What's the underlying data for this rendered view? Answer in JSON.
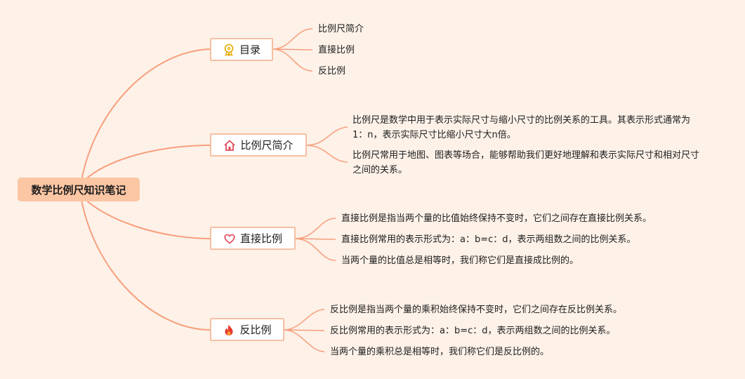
{
  "root": {
    "title": "数学比例尺知识笔记"
  },
  "colors": {
    "line": "#f79f7c",
    "root_fill": "#fbc6a4",
    "branch_border": "#f6c0a4",
    "background": "#fdf1e8"
  },
  "branches": [
    {
      "label": "目录",
      "icon": "ribbon-medal-icon",
      "children": [
        "比例尺简介",
        "直接比例",
        "反比例"
      ]
    },
    {
      "label": "比例尺简介",
      "icon": "home-icon",
      "children": [
        "比例尺是数学中用于表示实际尺寸与缩小尺寸的比例关系的工具。其表示形式通常为1：n，表示实际尺寸比缩小尺寸大n倍。",
        "比例尺常用于地图、图表等场合，能够帮助我们更好地理解和表示实际尺寸和相对尺寸之间的关系。"
      ]
    },
    {
      "label": "直接比例",
      "icon": "heart-icon",
      "children": [
        "直接比例是指当两个量的比值始终保持不变时，它们之间存在直接比例关系。",
        "直接比例常用的表示形式为：a：b=c：d，表示两组数之间的比例关系。",
        "当两个量的比值总是相等时，我们称它们是直接成比例的。"
      ]
    },
    {
      "label": "反比例",
      "icon": "fire-icon",
      "children": [
        "反比例是指当两个量的乘积始终保持不变时，它们之间存在反比例关系。",
        "反比例常用的表示形式为：a：b=c：d，表示两组数之间的比例关系。",
        "当两个量的乘积总是相等时，我们称它们是反比例的。"
      ]
    }
  ]
}
